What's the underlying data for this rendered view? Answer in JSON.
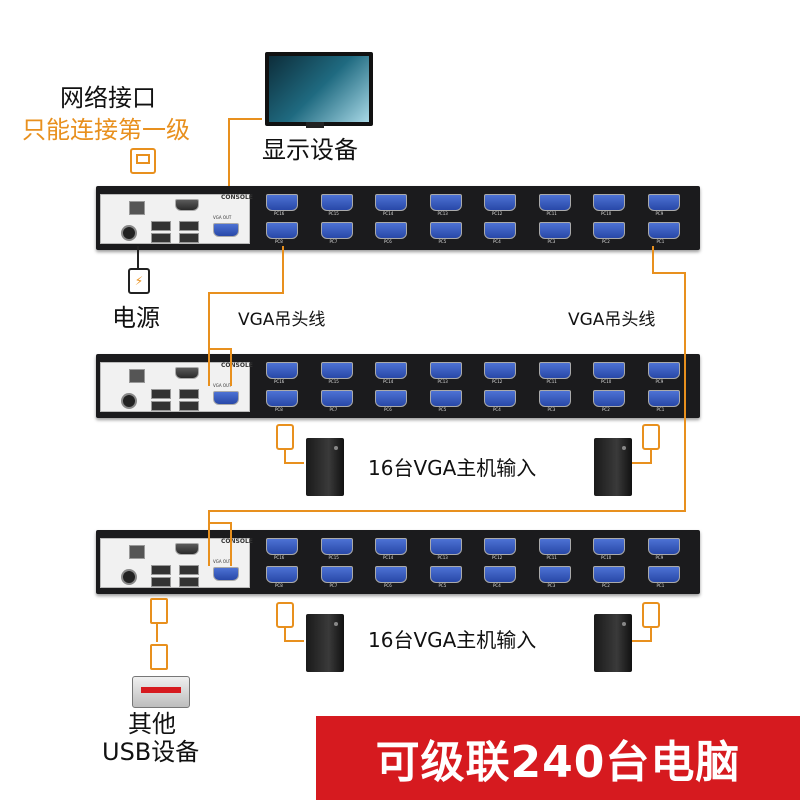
{
  "labels": {
    "network_title": "网络接口",
    "network_note": "只能连接第一级",
    "display": "显示设备",
    "power": "电源",
    "vga_cable_left": "VGA吊头线",
    "vga_cable_right": "VGA吊头线",
    "host_input_1": "16台VGA主机输入",
    "host_input_2": "16台VGA主机输入",
    "other_usb_line1": "其他",
    "other_usb_line2": "USB设备",
    "banner": "可级联240台电脑"
  },
  "kvm": {
    "console_label": "CONSOLE",
    "vga_out_label": "VGA OUT",
    "port_labels_top": [
      "PC16",
      "PC15",
      "PC14",
      "PC13",
      "PC12",
      "PC11",
      "PC10",
      "PC9"
    ],
    "port_labels_bottom": [
      "PC8",
      "PC7",
      "PC6",
      "PC5",
      "PC4",
      "PC3",
      "PC2",
      "PC1"
    ]
  },
  "colors": {
    "accent": "#e8901e",
    "banner_bg": "#d61a1f",
    "kvm_body": "#1b1b1d"
  }
}
